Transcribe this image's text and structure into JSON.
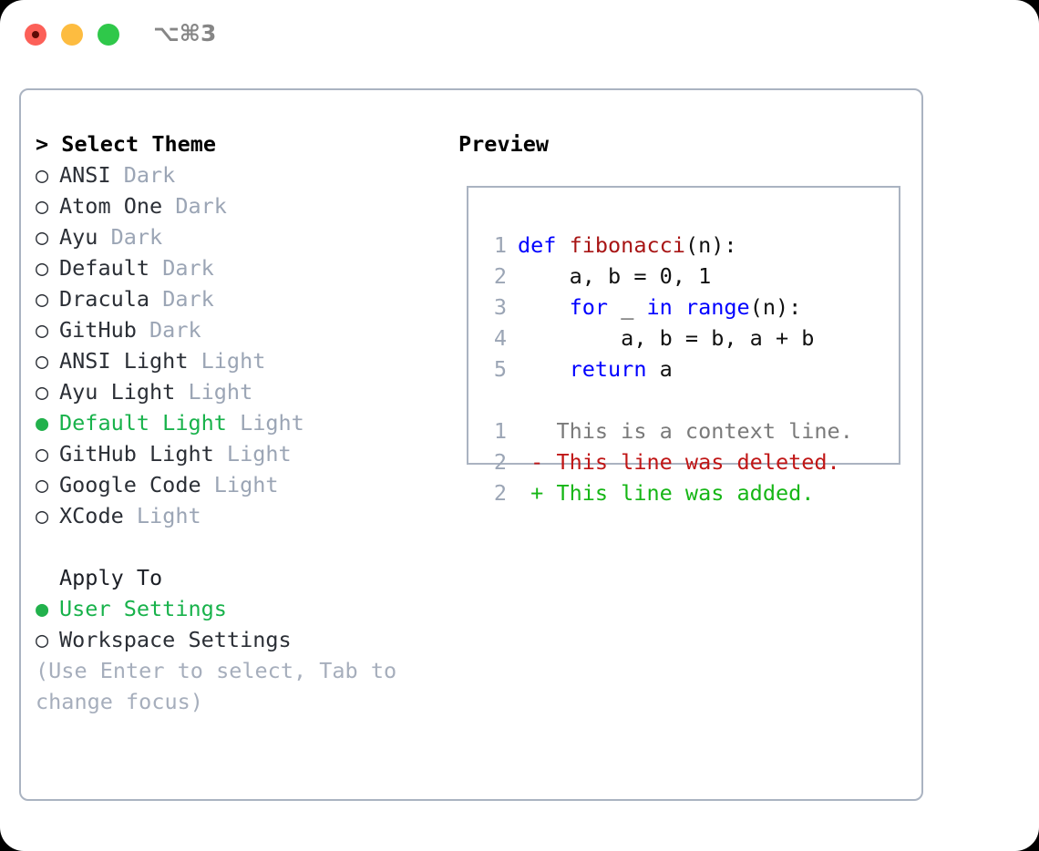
{
  "titlebar": {
    "shortcut": "⌥⌘3",
    "buttons": [
      {
        "name": "close",
        "color": "#fc6058"
      },
      {
        "name": "minimize",
        "color": "#fdbc40"
      },
      {
        "name": "maximize",
        "color": "#2fc84a"
      }
    ]
  },
  "colors": {
    "selected_green": "#18b24b",
    "muted": "#9ba5b5",
    "border": "#aab3c1",
    "keyword_blue": "#0000ff",
    "function_red": "#a81515",
    "diff_delete": "#c01616",
    "diff_add": "#16b616",
    "context_gray": "#7a7a7a"
  },
  "theme_list": {
    "header": "> Select Theme",
    "unselected_marker": "○",
    "selected_marker": "●",
    "items": [
      {
        "name": "ANSI",
        "kind": "Dark",
        "selected": false
      },
      {
        "name": "Atom One",
        "kind": "Dark",
        "selected": false
      },
      {
        "name": "Ayu",
        "kind": "Dark",
        "selected": false
      },
      {
        "name": "Default",
        "kind": "Dark",
        "selected": false
      },
      {
        "name": "Dracula",
        "kind": "Dark",
        "selected": false
      },
      {
        "name": "GitHub",
        "kind": "Dark",
        "selected": false
      },
      {
        "name": "ANSI Light",
        "kind": "Light",
        "selected": false
      },
      {
        "name": "Ayu Light",
        "kind": "Light",
        "selected": false
      },
      {
        "name": "Default Light",
        "kind": "Light",
        "selected": true
      },
      {
        "name": "GitHub Light",
        "kind": "Light",
        "selected": false
      },
      {
        "name": "Google Code",
        "kind": "Light",
        "selected": false
      },
      {
        "name": "XCode",
        "kind": "Light",
        "selected": false
      }
    ]
  },
  "apply_to": {
    "label": "Apply To",
    "items": [
      {
        "name": "User Settings",
        "selected": true
      },
      {
        "name": "Workspace Settings",
        "selected": false
      }
    ]
  },
  "hint": "(Use Enter to select, Tab to change focus)",
  "preview": {
    "title": "Preview",
    "code_lines": [
      {
        "num": "1",
        "tokens": [
          {
            "t": "def ",
            "c": "kw"
          },
          {
            "t": "fibonacci",
            "c": "fn"
          },
          {
            "t": "(n):",
            "c": "pl"
          }
        ]
      },
      {
        "num": "2",
        "tokens": [
          {
            "t": "    a, b = 0, 1",
            "c": "pl"
          }
        ]
      },
      {
        "num": "3",
        "tokens": [
          {
            "t": "    ",
            "c": "pl"
          },
          {
            "t": "for",
            "c": "kw"
          },
          {
            "t": " _ ",
            "c": "pl"
          },
          {
            "t": "in",
            "c": "kw"
          },
          {
            "t": " ",
            "c": "pl"
          },
          {
            "t": "range",
            "c": "kw"
          },
          {
            "t": "(n):",
            "c": "pl"
          }
        ]
      },
      {
        "num": "4",
        "tokens": [
          {
            "t": "        a, b = b, a + b",
            "c": "pl"
          }
        ]
      },
      {
        "num": "5",
        "tokens": [
          {
            "t": "    ",
            "c": "pl"
          },
          {
            "t": "return",
            "c": "kw"
          },
          {
            "t": " a",
            "c": "pl"
          }
        ]
      }
    ],
    "diff_lines": [
      {
        "num": "1",
        "tokens": [
          {
            "t": "   This is a context line.",
            "c": "ctx"
          }
        ]
      },
      {
        "num": "2",
        "tokens": [
          {
            "t": " - This line was deleted.",
            "c": "del"
          }
        ]
      },
      {
        "num": "2",
        "tokens": [
          {
            "t": " + This line was added.",
            "c": "add"
          }
        ]
      }
    ]
  }
}
